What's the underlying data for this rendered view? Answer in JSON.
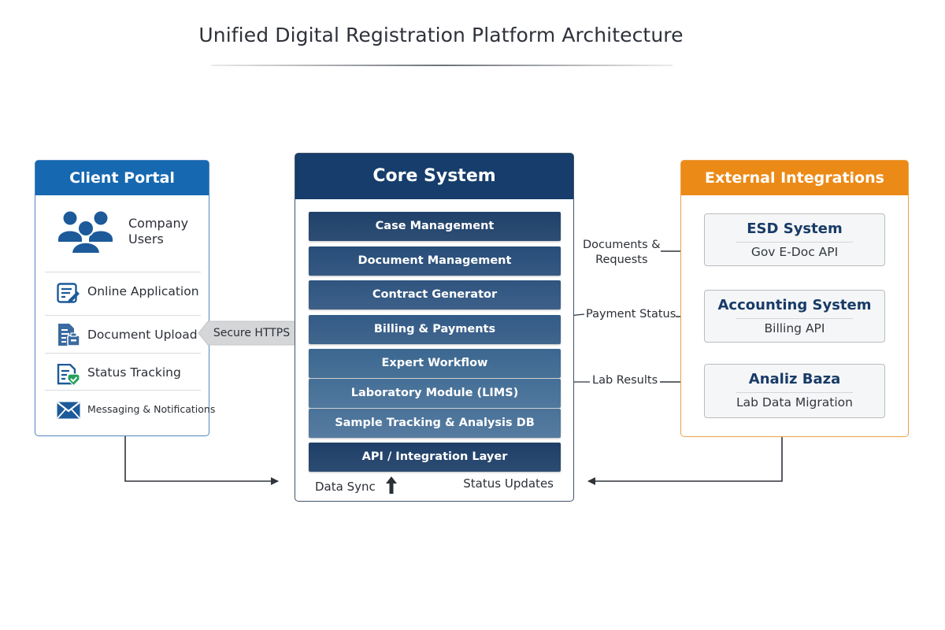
{
  "title": "Unified Digital Registration Platform Architecture",
  "colors": {
    "client_accent": "#1668b1",
    "core_accent": "#163d6b",
    "external_accent": "#ec8a17",
    "status_ok": "#22a05a"
  },
  "client_portal": {
    "title": "Client Portal",
    "users": {
      "icon": "users-group-icon",
      "label_line1": "Company",
      "label_line2": "Users"
    },
    "items": [
      {
        "icon": "edit-form-icon",
        "label": "Online Application"
      },
      {
        "icon": "document-upload-icon",
        "label": "Document Upload"
      },
      {
        "icon": "status-check-icon",
        "label": "Status Tracking"
      },
      {
        "icon": "envelope-icon",
        "label": "Messaging & Notifications"
      }
    ]
  },
  "connection": {
    "label": "Secure HTTPS"
  },
  "core_system": {
    "title": "Core System",
    "modules": [
      {
        "label": "Case Management",
        "color": "#1f416a"
      },
      {
        "label": "Document Management",
        "color": "#274d79"
      },
      {
        "label": "Contract Generator",
        "color": "#2f5580"
      },
      {
        "label": "Billing & Payments",
        "color": "#335b86"
      },
      {
        "label": "Expert Workflow",
        "color": "#3b6790"
      },
      {
        "label": "Laboratory Module (LIMS)",
        "color": "#456f97"
      },
      {
        "label": "Sample Tracking & Analysis DB",
        "color": "#4a7299"
      },
      {
        "label": "API / Integration Layer",
        "color": "#1e3f68"
      }
    ],
    "footer_left": "Data Sync",
    "footer_right": "Status Updates"
  },
  "flows": [
    {
      "label_line1": "Documents &",
      "label_line2": "Requests"
    },
    {
      "label_line1": "Payment Status"
    },
    {
      "label_line1": "Lab Results"
    }
  ],
  "external_integrations": {
    "title": "External Integrations",
    "systems": [
      {
        "name": "ESD System",
        "api": "Gov E-Doc API"
      },
      {
        "name": "Accounting System",
        "api": "Billing API"
      },
      {
        "name": "Analiz Baza",
        "api": "Lab Data Migration"
      }
    ]
  }
}
